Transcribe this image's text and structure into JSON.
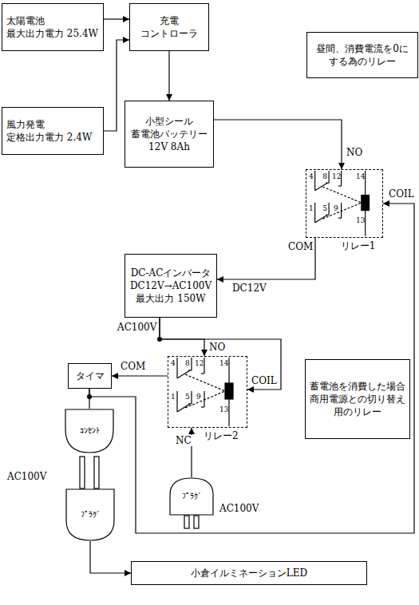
{
  "diagram": {
    "nodes": [
      {
        "text": [
          "太陽電池",
          "最大出力電力 25.4W"
        ]
      },
      {
        "text": [
          "充電 コントローラ"
        ]
      },
      {
        "text": [
          "昼間、消費電流を0に する為のリレー"
        ]
      },
      {
        "text": [
          "風力発電",
          "定格出力電力 2.4W"
        ]
      },
      {
        "text": [
          "小型シール 蓄電池バッテリー 12V 8Ah"
        ]
      },
      {
        "text": [
          "リレー1"
        ]
      },
      {
        "text": [
          "DC-ACインバータ DC12V→AC100V 最大出力 150W"
        ]
      },
      {
        "text": [
          "蓄電池を消費した場合 商用電源との切り替え 用のリレー"
        ]
      },
      {
        "text": [
          "タイマ"
        ]
      },
      {
        "text": [
          "リレー2"
        ]
      },
      {
        "text": [
          "ｺﾝｾﾝﾄ"
        ]
      },
      {
        "text": [
          "ﾌﾟﾗｸﾞ"
        ]
      },
      {
        "text": [
          "ﾌﾟﾗｸﾞ"
        ]
      },
      {
        "text": [
          "小倉イルミネーションLED"
        ]
      }
    ],
    "edges": [
      {
        "from": 0,
        "to": 1,
        "arrow": "to"
      },
      {
        "from": 3,
        "to": 1,
        "arrow": "to"
      },
      {
        "from": 1,
        "to": 4,
        "arrow": "to"
      },
      {
        "from": 4,
        "to": 5,
        "label": "NO",
        "arrow": "to"
      },
      {
        "from": 5,
        "to": 6,
        "label": "DC12V",
        "arrow": "to"
      },
      {
        "from": 8,
        "to": 5,
        "label": "COIL",
        "arrow": "to"
      },
      {
        "from": 6,
        "to": 9,
        "label": "NO",
        "arrow": "to"
      },
      {
        "from": 6,
        "to": 9,
        "label": "COIL",
        "arrow": "to"
      },
      {
        "from": 9,
        "to": 8,
        "label": "COM",
        "arrow": "to"
      },
      {
        "from": 11,
        "to": 9,
        "label": "NC",
        "arrow": "to"
      },
      {
        "from": 8,
        "to": 10,
        "arrow": "none"
      },
      {
        "from": 12,
        "to": 13,
        "arrow": "to"
      }
    ],
    "labels": [
      "COM",
      "4",
      "8",
      "12",
      "14",
      "1",
      "5",
      "9",
      "13",
      "AC100V",
      "4",
      "8",
      "12",
      "14",
      "1",
      "5",
      "9",
      "13",
      "AC100V",
      "AC100V"
    ]
  }
}
